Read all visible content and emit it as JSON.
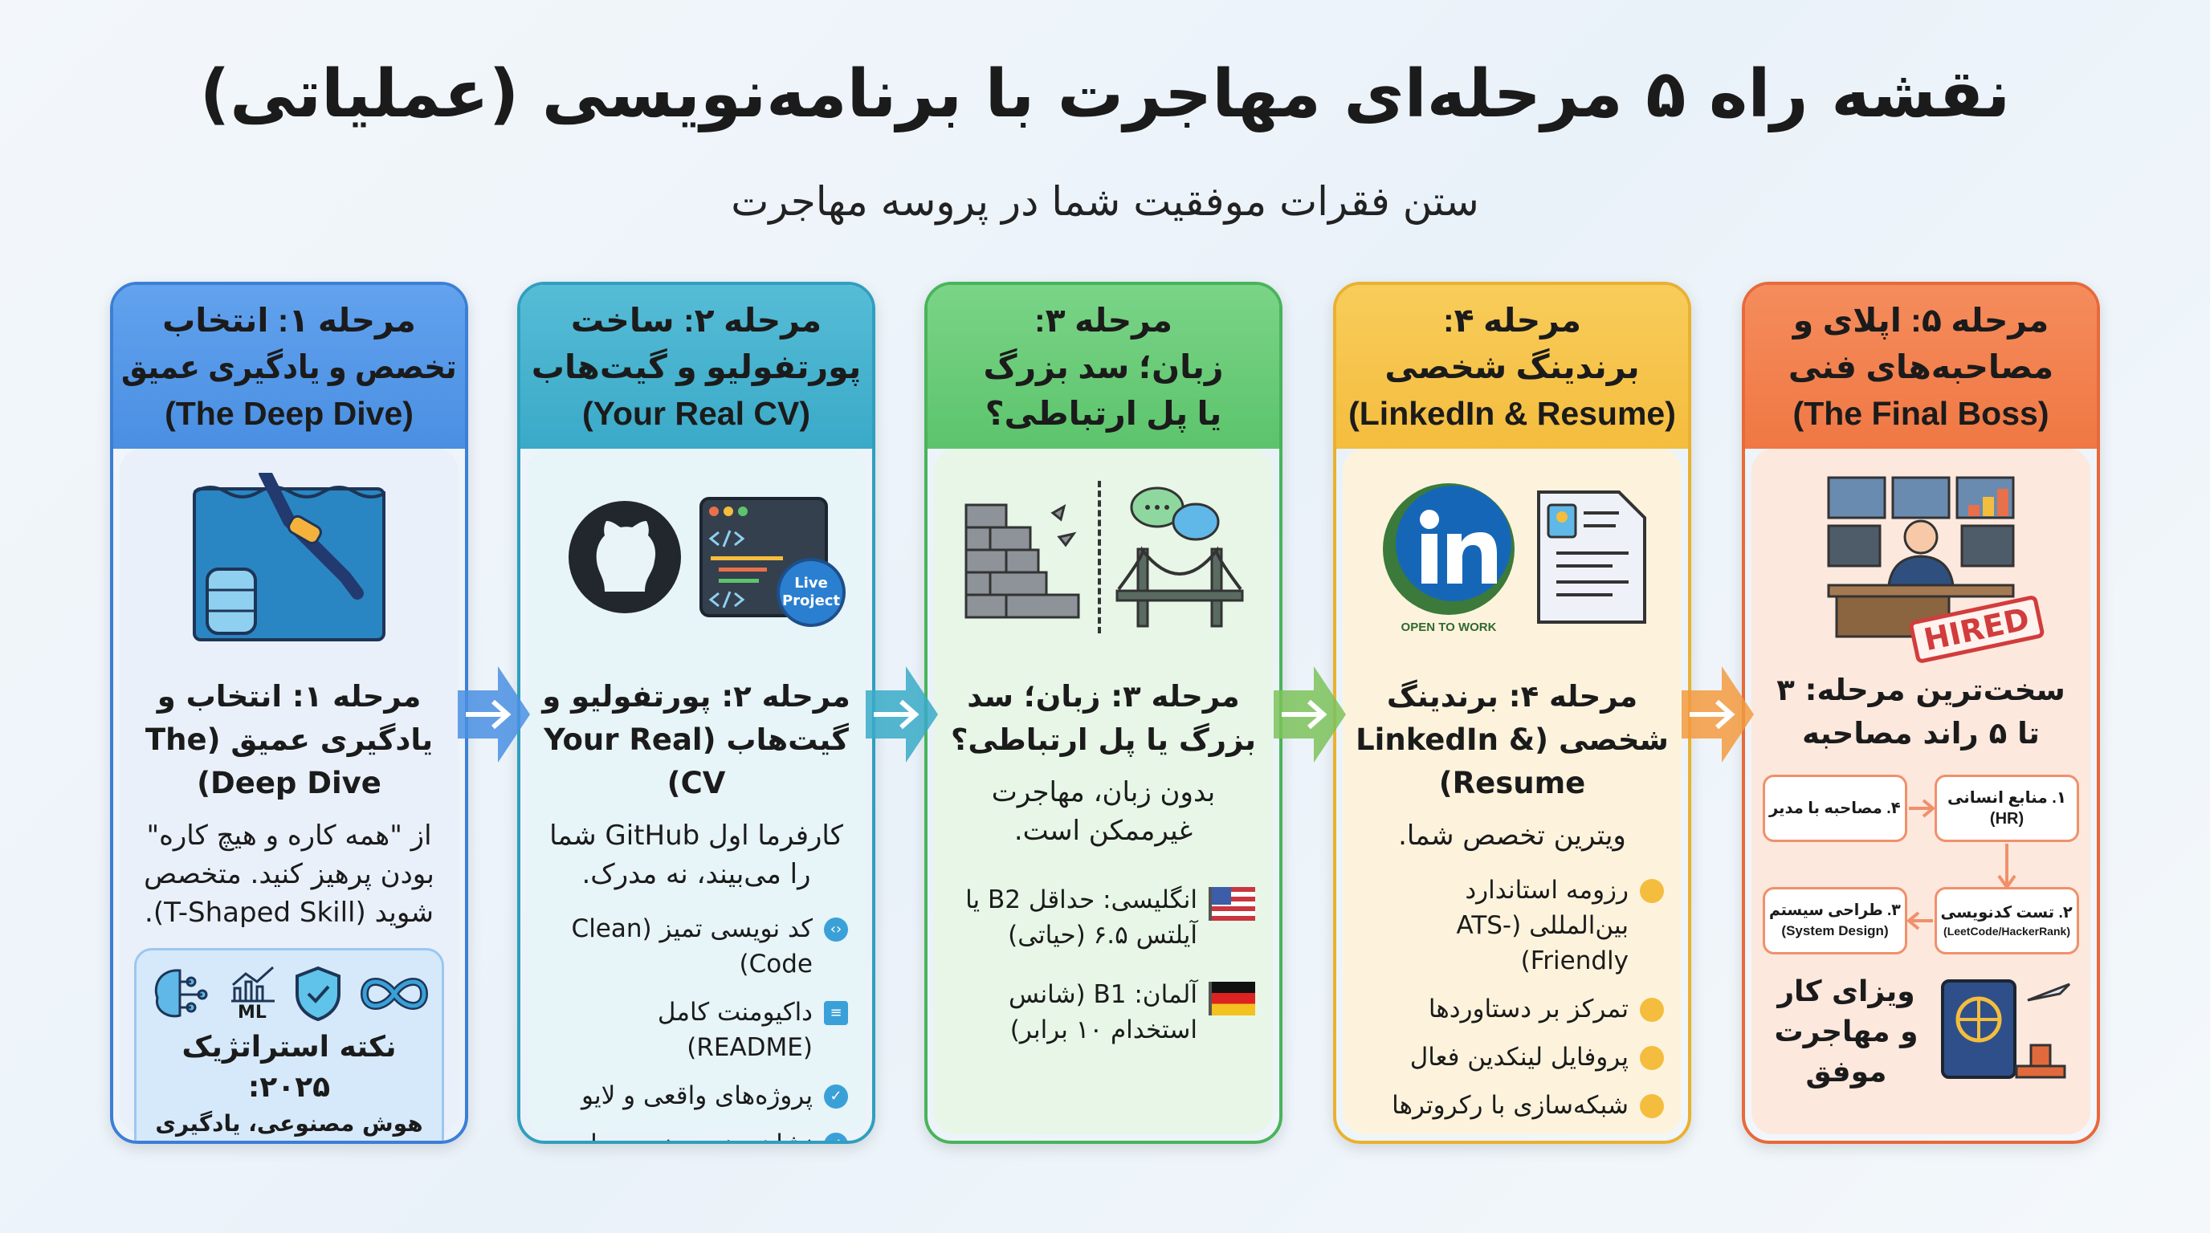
{
  "header": {
    "title": "نقشه راه ۵ مرحله‌ای مهاجرت با برنامه‌نویسی (عملیاتی)",
    "subtitle": "ستن فقرات موفقیت شما در پروسه مهاجرت"
  },
  "colors": {
    "stage1": "#4a90e2",
    "stage2": "#3aaac8",
    "stage3": "#5cc46c",
    "stage4": "#f4bd3e",
    "stage5": "#f07844"
  },
  "stages": [
    {
      "title": "مرحله ۱: انتخاب\nتخصص و یادگیری عمیق\n(The Deep Dive)",
      "subheading": "مرحله ۱: انتخاب و یادگیری عمیق (The Deep Dive)",
      "description": "از \"همه کاره و هیچ کاره\" بودن پرهیز کنید. متخصص شوید (T-Shaped Skill).",
      "icons": [
        "diver-database-icon"
      ],
      "tip": {
        "icons": [
          "ai-brain-icon",
          "ml-chart-icon",
          "security-shield-icon",
          "devops-infinity-icon"
        ],
        "ml_label": "ML",
        "title": "نکته استراتژیک ۲۰۲۵:",
        "text": "هوش مصنوعی، یادگیری ماشین، امنیت سایبری، DevOps = رقابت کمتر، ویزای سریع‌تر"
      }
    },
    {
      "title": "مرحله ۲: ساخت\nپورتفولیو و گیت‌هاب\n(Your Real CV)",
      "subheading": "مرحله ۲: پورتفولیو و گیت‌هاب (Your Real CV)",
      "description": "کارفرما اول GitHub شما را می‌بیند، نه مدرک.",
      "icons": [
        "github-icon",
        "code-window-icon"
      ],
      "badge": "Live Project",
      "items": [
        {
          "icon": "code-gear-icon",
          "text": "کد نویسی تمیز (Clean Code)"
        },
        {
          "icon": "document-icon",
          "text": "داکیومنت کامل (README)"
        },
        {
          "icon": "check-badge-icon",
          "text": "پروژه‌های واقعی و لایو"
        },
        {
          "icon": "check-badge-icon",
          "text": "نشان دهید مهندس حل مسئله هستید"
        }
      ]
    },
    {
      "title": "مرحله ۳:\nزبان؛ سد بزرگ\nیا پل ارتباطی؟",
      "subheading": "مرحله ۳: زبان؛ سد بزرگ یا پل ارتباطی؟",
      "description": "بدون زبان، مهاجرت غیرممکن است.",
      "icons": [
        "brick-wall-icon",
        "bridge-chat-icon"
      ],
      "items": [
        {
          "icon": "us-flag-icon",
          "text": "انگلیسی: حداقل B2 یا آیلتس ۶.۵ (حیاتی)"
        },
        {
          "icon": "germany-flag-icon",
          "text": "آلمان: B1 (شانس استخدام ۱۰ برابر)"
        }
      ]
    },
    {
      "title": "مرحله ۴:\nبرندینگ شخصی\n(LinkedIn & Resume)",
      "subheading": "مرحله ۴: برندینگ شخصی (LinkedIn & Resume)",
      "description": "ویترین تخصص شما.",
      "icons": [
        "linkedin-icon",
        "resume-icon"
      ],
      "open_to_work": "OPEN TO WORK",
      "items": [
        {
          "text": "رزومه استاندارد بین‌المللی (ATS-Friendly)"
        },
        {
          "text": "تمرکز بر دستاوردها"
        },
        {
          "text": "پروفایل لینکدین فعال"
        },
        {
          "text": "شبکه‌سازی با رکروترها"
        }
      ]
    },
    {
      "title": "مرحله ۵: اپلای و\nمصاحبه‌های فنی\n(The Final Boss)",
      "subheading": "سخت‌ترین مرحله: ۳ تا ۵ راند مصاحبه",
      "icons": [
        "hired-office-icon"
      ],
      "stamp": "HIRED",
      "flow": [
        {
          "label": "۱. منابع انسانی",
          "sub": "(HR)"
        },
        {
          "label": "۲. تست کدنویسی",
          "sub": "(LeetCode/HackerRank)"
        },
        {
          "label": "۳. طراحی سیستم",
          "sub": "(System Design)"
        },
        {
          "label": "۴. مصاحبه با مدیر",
          "sub": ""
        }
      ],
      "final": "ویزای کار و مهاجرت موفق",
      "final_icon": "passport-plane-icon"
    }
  ]
}
